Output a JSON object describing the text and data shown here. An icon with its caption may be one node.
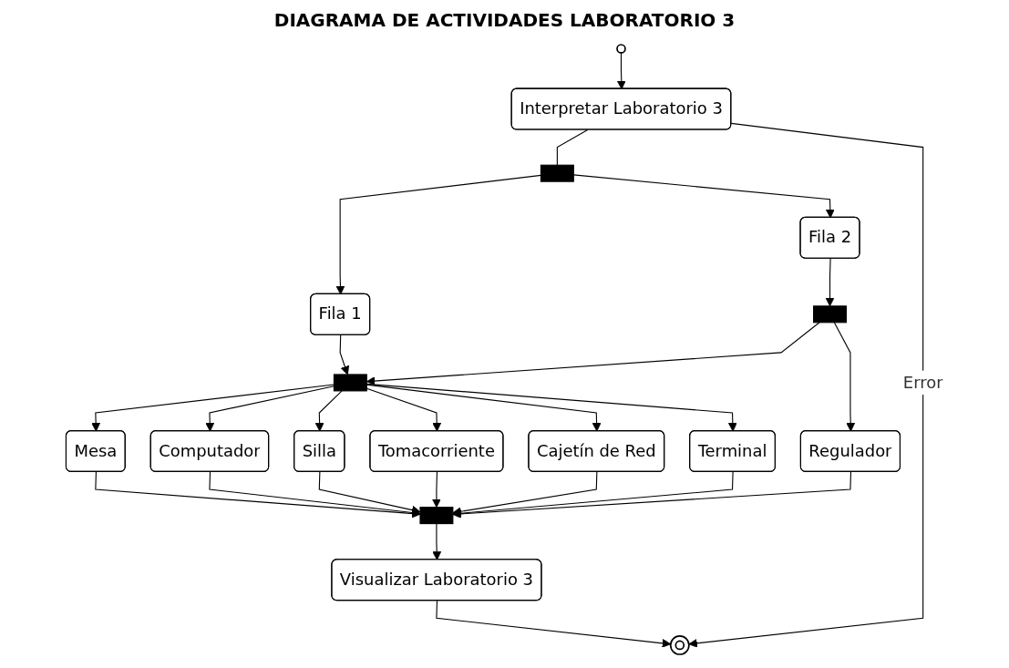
{
  "diagram": {
    "title": "DIAGRAMA DE ACTIVIDADES LABORATORIO 3",
    "nodes": [
      {
        "text": [],
        "shape": "circle"
      },
      {
        "text": [
          "Interpretar Laboratorio 3"
        ]
      },
      {
        "text": [],
        "shape": "bar"
      },
      {
        "text": [
          "Fila 1"
        ]
      },
      {
        "text": [
          "Fila 2"
        ]
      },
      {
        "text": [],
        "shape": "bar"
      },
      {
        "text": [],
        "shape": "bar"
      },
      {
        "text": [
          "Mesa"
        ]
      },
      {
        "text": [
          "Computador"
        ]
      },
      {
        "text": [
          "Silla"
        ]
      },
      {
        "text": [
          "Tomacorriente"
        ]
      },
      {
        "text": [
          "Cajetín de Red"
        ]
      },
      {
        "text": [
          "Terminal"
        ]
      },
      {
        "text": [
          "Regulador"
        ]
      },
      {
        "text": [],
        "shape": "bar"
      },
      {
        "text": [
          "Visualizar Laboratorio 3"
        ]
      },
      {
        "text": [],
        "shape": "circle"
      }
    ],
    "edges": [
      {
        "from": 0,
        "to": 1,
        "arrow": "to"
      },
      {
        "from": 1,
        "to": 2,
        "arrow": "none"
      },
      {
        "from": 2,
        "to": 3,
        "arrow": "to"
      },
      {
        "from": 2,
        "to": 4,
        "arrow": "to"
      },
      {
        "from": 3,
        "to": 6,
        "arrow": "to"
      },
      {
        "from": 4,
        "to": 5,
        "arrow": "to"
      },
      {
        "from": 5,
        "to": 6,
        "arrow": "to"
      },
      {
        "from": 5,
        "to": 13,
        "arrow": "to"
      },
      {
        "from": 6,
        "to": 7,
        "arrow": "to"
      },
      {
        "from": 6,
        "to": 8,
        "arrow": "to"
      },
      {
        "from": 6,
        "to": 9,
        "arrow": "to"
      },
      {
        "from": 6,
        "to": 10,
        "arrow": "to"
      },
      {
        "from": 6,
        "to": 11,
        "arrow": "to"
      },
      {
        "from": 6,
        "to": 12,
        "arrow": "to"
      },
      {
        "from": 7,
        "to": 14,
        "arrow": "to"
      },
      {
        "from": 8,
        "to": 14,
        "arrow": "to"
      },
      {
        "from": 9,
        "to": 14,
        "arrow": "to"
      },
      {
        "from": 10,
        "to": 14,
        "arrow": "to"
      },
      {
        "from": 11,
        "to": 14,
        "arrow": "to"
      },
      {
        "from": 12,
        "to": 14,
        "arrow": "to"
      },
      {
        "from": 13,
        "to": 14,
        "arrow": "to"
      },
      {
        "from": 14,
        "to": 15,
        "arrow": "to"
      },
      {
        "from": 15,
        "to": 16,
        "arrow": "to"
      },
      {
        "from": 1,
        "to": 16,
        "label": "Error",
        "arrow": "to"
      }
    ]
  }
}
